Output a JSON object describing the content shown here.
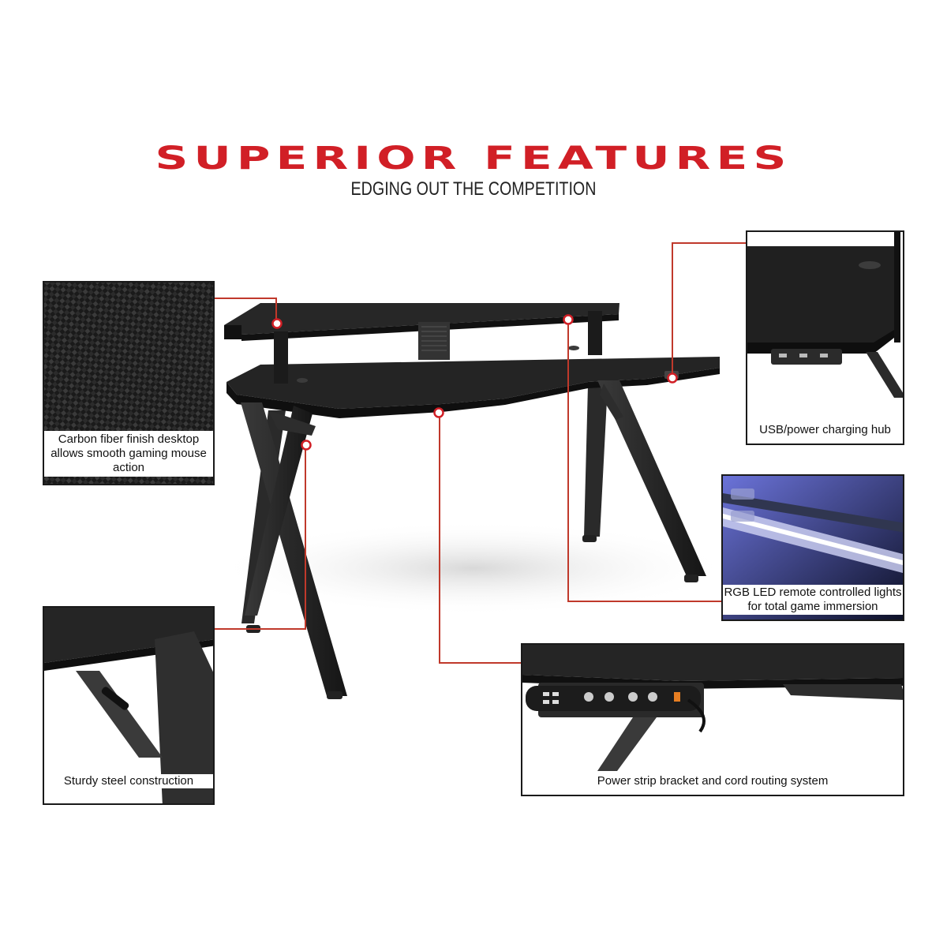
{
  "header": {
    "title": "SUPERIOR FEATURES",
    "subtitle": "EDGING OUT THE COMPETITION"
  },
  "callouts": {
    "carbon": "Carbon fiber finish desktop allows smooth gaming mouse action",
    "usb": "USB/power charging hub",
    "rgb": "RGB LED remote controlled lights for total game immersion",
    "steel": "Sturdy steel construction",
    "power": "Power strip bracket and cord routing system"
  },
  "colors": {
    "accent": "#d11f26",
    "leader": "#c0392b",
    "desk": "#1e1e1e"
  }
}
